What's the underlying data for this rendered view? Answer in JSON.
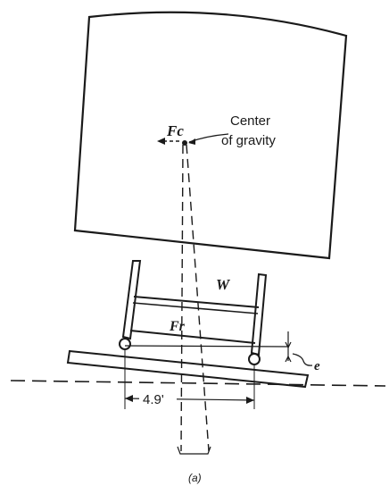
{
  "labels": {
    "force_centrifugal": "Fc",
    "center_of_gravity_line1": "Center",
    "center_of_gravity_line2": "of gravity",
    "weight": "W",
    "resultant": "Fr",
    "superelevation": "e",
    "gauge": "4.9'",
    "caption": "(a)"
  }
}
